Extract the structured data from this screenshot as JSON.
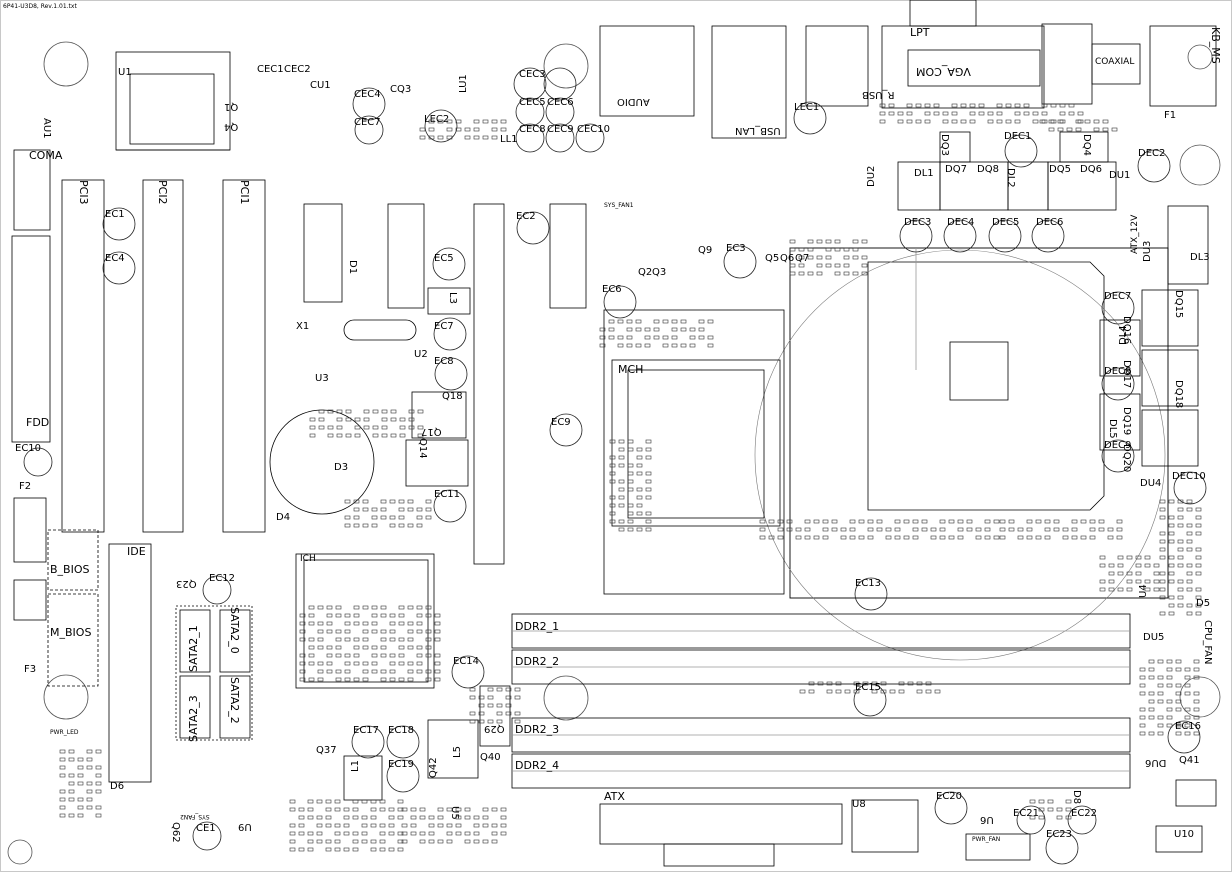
{
  "header": {
    "file_label": "6P41-U3D8, Rev.1.01.txt"
  },
  "connectors": {
    "lpt": "LPT",
    "vga_com": "VGA_COM",
    "kb_ms": "KB_MS",
    "coaxial": "COAXIAL",
    "audio": "AUDIO",
    "usb_lan": "USB_LAN",
    "r_usb": "R_USB",
    "coma": "COMA",
    "fdd": "FDD",
    "ide": "IDE",
    "atx": "ATX",
    "atx_12v": "ATX_12V",
    "cpu_fan": "CPU_FAN",
    "sys_fan1": "SYS_FAN1",
    "sys_fan2": "SYS_FAN2",
    "pwr_fan": "PWR_FAN",
    "pwr_led": "PWR_LED"
  },
  "chips": {
    "mch": "MCH",
    "ich": "ICH",
    "b_bios": "B_BIOS",
    "m_bios": "M_BIOS"
  },
  "slots": {
    "pci1": "PCI1",
    "pci2": "PCI2",
    "pci3": "PCI3",
    "ddr2_1": "DDR2_1",
    "ddr2_2": "DDR2_2",
    "ddr2_3": "DDR2_3",
    "ddr2_4": "DDR2_4",
    "sata2_0": "SATA2_0",
    "sata2_1": "SATA2_1",
    "sata2_2": "SATA2_2",
    "sata2_3": "SATA2_3"
  },
  "designators": {
    "u1": "U1",
    "au1": "AU1",
    "cu1": "CU1",
    "cec1": "CEC1",
    "cec2": "CEC2",
    "cec3": "CEC3",
    "cec4": "CEC4",
    "cec5": "CEC5",
    "cec6": "CEC6",
    "cec7": "CEC7",
    "cec8": "CEC8",
    "cec9": "CEC9",
    "cec10": "CEC10",
    "cq3": "CQ3",
    "q1": "Q1",
    "q4": "Q4",
    "lec1": "LEC1",
    "lec2": "LEC2",
    "lu1": "LU1",
    "ll1": "LL1",
    "dec1": "DEC1",
    "dec2": "DEC2",
    "dec3": "DEC3",
    "dec4": "DEC4",
    "dec5": "DEC5",
    "dec6": "DEC6",
    "dec7": "DEC7",
    "dec8": "DEC8",
    "dec9": "DEC9",
    "dec10": "DEC10",
    "dq3": "DQ3",
    "dq4": "DQ4",
    "dq5": "DQ5",
    "dq6": "DQ6",
    "dq7": "DQ7",
    "dq8": "DQ8",
    "dq15": "DQ15",
    "dq16": "DQ16",
    "dq17": "DQ17",
    "dq18": "DQ18",
    "dq19": "DQ19",
    "dq20": "DQ20",
    "dl1": "DL1",
    "dl2": "DL2",
    "dl3": "DL3",
    "dl4": "DL4",
    "dl5": "DL5",
    "du1": "DU1",
    "du2": "DU2",
    "du3": "DU3",
    "du4": "DU4",
    "du5": "DU5",
    "du6": "DU6",
    "ec1": "EC1",
    "ec2": "EC2",
    "ec3": "EC3",
    "ec4": "EC4",
    "ec5": "EC5",
    "ec6": "EC6",
    "ec7": "EC7",
    "ec8": "EC8",
    "ec9": "EC9",
    "ec10": "EC10",
    "ec11": "EC11",
    "ec12": "EC12",
    "ec13": "EC13",
    "ec14": "EC14",
    "ec15": "EC15",
    "ec16": "EC16",
    "ec17": "EC17",
    "ec18": "EC18",
    "ec19": "EC19",
    "ec20": "EC20",
    "ec21": "EC21",
    "ec22": "EC22",
    "ec23": "EC23",
    "ce1": "CE1",
    "q2": "Q2",
    "q3": "Q3",
    "q5": "Q5",
    "q6": "Q6",
    "q7": "Q7",
    "q9": "Q9",
    "q14": "Q14",
    "q17": "Q17",
    "q18": "Q18",
    "q23": "Q23",
    "q29": "Q29",
    "q37": "Q37",
    "q40": "Q40",
    "q41": "Q41",
    "q42": "Q42",
    "q62": "Q62",
    "x1": "X1",
    "u2": "U2",
    "u3": "U3",
    "u4": "U4",
    "u5": "U5",
    "u6": "U6",
    "u8": "U8",
    "u9": "U9",
    "u10": "U10",
    "l1": "L1",
    "l3": "L3",
    "l5": "L5",
    "d1": "D1",
    "d3": "D3",
    "d4": "D4",
    "d5": "D5",
    "d6": "D6",
    "d8": "D8",
    "f1": "F1",
    "f2": "F2",
    "f3": "F3"
  }
}
